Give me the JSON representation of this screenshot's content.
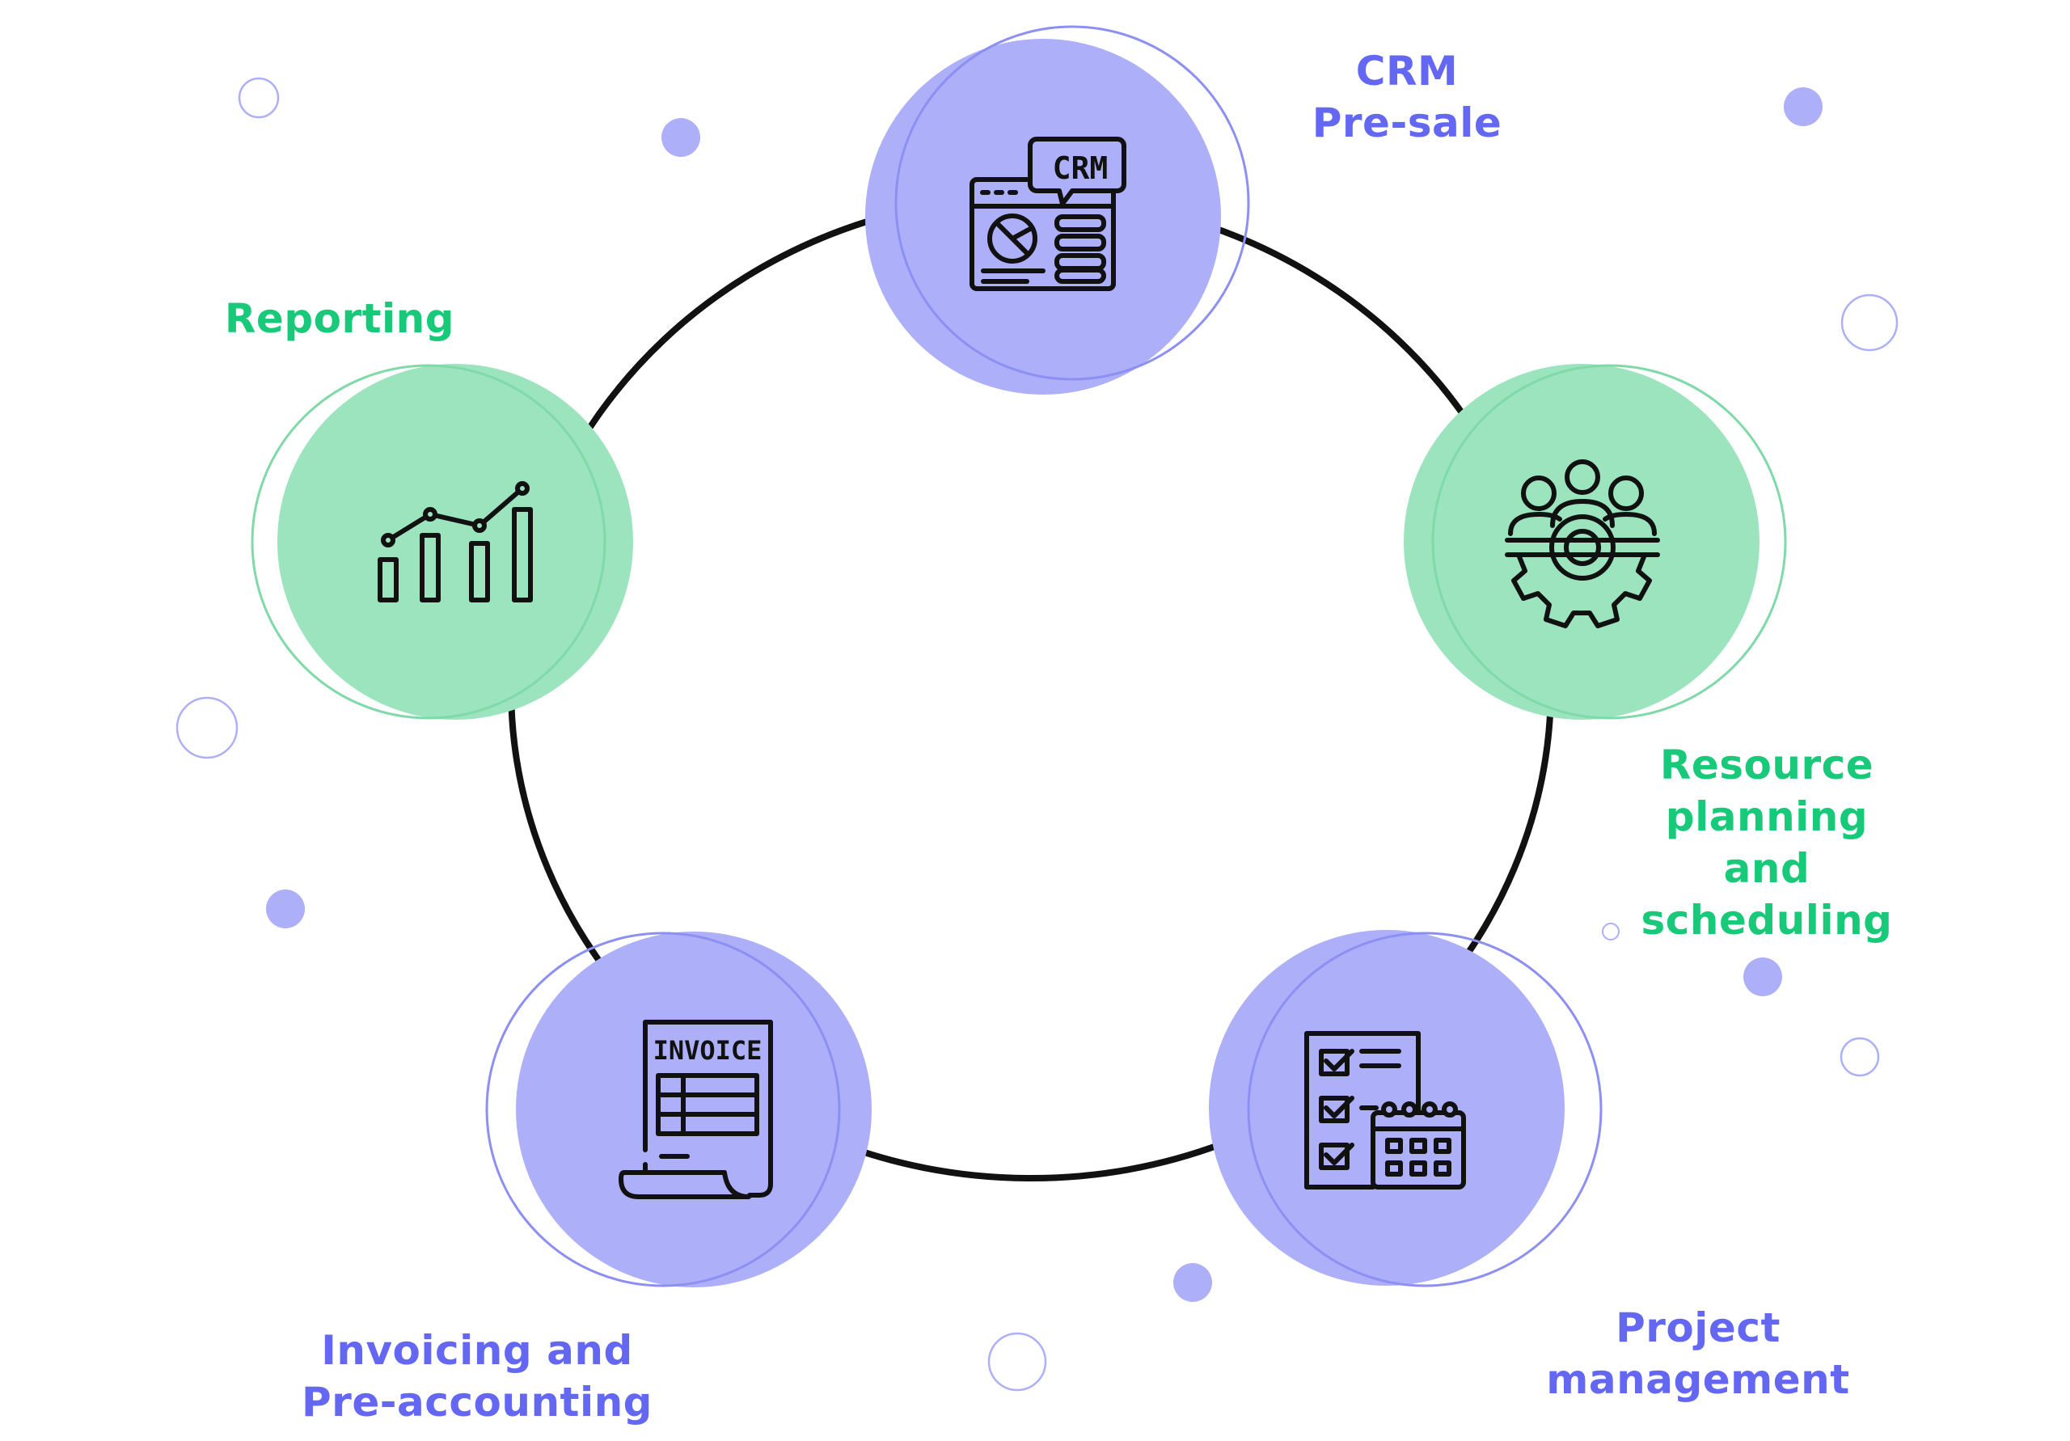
{
  "colors": {
    "purple_fill": "#adaff8",
    "purple_line": "#8d90f2",
    "green_fill": "#9be4bd",
    "green_line": "#7fd9a8",
    "label_purple": "#6467f2",
    "label_green": "#18c97a",
    "ring": "#111111",
    "icon_stroke": "#111111"
  },
  "nodes": {
    "crm": {
      "lines": [
        "CRM",
        "Pre-sale"
      ],
      "icon": "crm-dashboard-icon",
      "icon_text": "CRM"
    },
    "resource": {
      "lines": [
        "Resource",
        "planning",
        "and",
        "scheduling"
      ],
      "icon": "team-gear-icon"
    },
    "project": {
      "lines": [
        "Project",
        "management"
      ],
      "icon": "checklist-calendar-icon"
    },
    "invoicing": {
      "lines": [
        "Invoicing and",
        "Pre-accounting"
      ],
      "icon": "invoice-document-icon",
      "icon_text": "INVOICE"
    },
    "reporting": {
      "lines": [
        "Reporting"
      ],
      "icon": "bar-line-chart-icon"
    }
  }
}
